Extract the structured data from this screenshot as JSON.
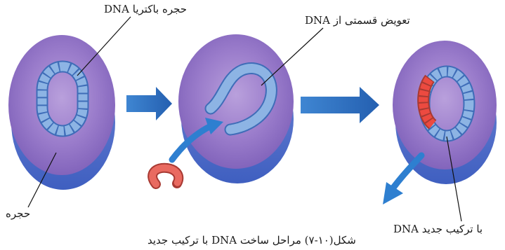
{
  "labels": {
    "bacterial_dna": "DNA حجره باکتریا",
    "dna_replacement": "تعویض قسمتی از DNA",
    "cell": "حجره",
    "recombinant_dna": "DNA با ترکیب جدید",
    "caption": "شکل(۱۰-۷) مراحل ساخت DNA با ترکیب جدید"
  },
  "colors": {
    "cell_body": "#8f6fc4",
    "cell_rim": "#4f6fc9",
    "dna_blue": "#7ea9dc",
    "dna_red": "#e5483f",
    "arrow_blue": "#2e6fc0"
  }
}
